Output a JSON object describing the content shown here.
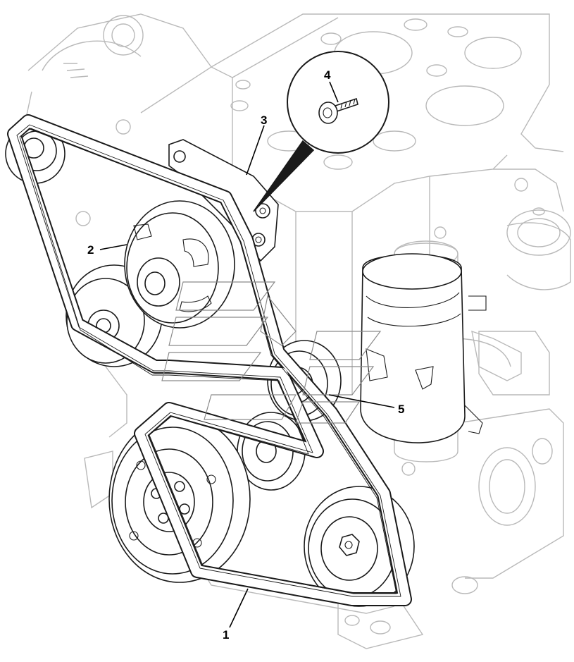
{
  "callouts": {
    "c1": "1",
    "c2": "2",
    "c3": "3",
    "c4": "4",
    "c5": "5"
  },
  "colors": {
    "line": "#1a1a1a",
    "ghost": "#b9b9b9",
    "background": "#ffffff"
  }
}
